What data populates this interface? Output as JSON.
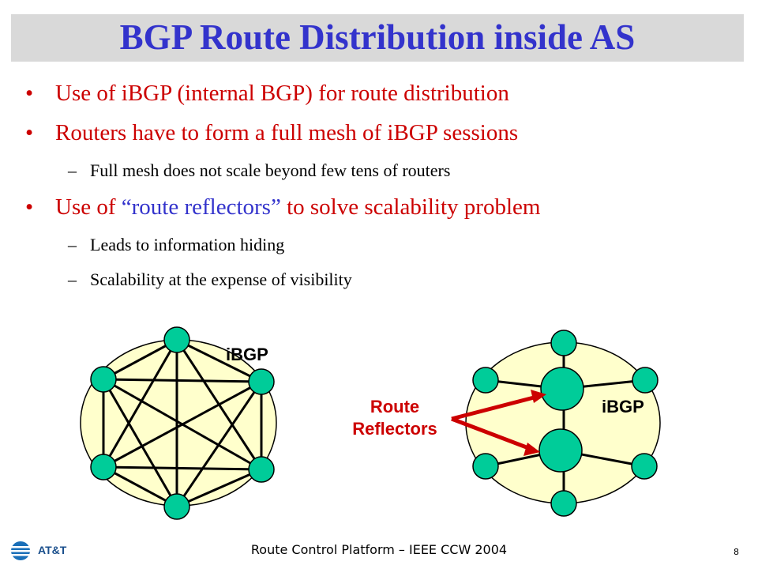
{
  "slide": {
    "title": "BGP Route Distribution inside AS",
    "bullets": [
      {
        "text": "Use of iBGP (internal BGP) for route distribution"
      },
      {
        "text": "Routers have to form a full mesh of iBGP sessions",
        "subs": [
          "Full mesh does not scale beyond few tens of routers"
        ]
      },
      {
        "prefix": "Use of ",
        "highlight": "“route reflectors”",
        "suffix": " to solve scalability problem",
        "subs": [
          "Leads to information hiding",
          "Scalability at the expense of visibility"
        ]
      }
    ]
  },
  "diagram": {
    "left_label": "iBGP",
    "right_label": "iBGP",
    "reflector_label_line1": "Route",
    "reflector_label_line2": "Reflectors",
    "colors": {
      "cloud": "#ffffcc",
      "router": "#00cc99",
      "arrow": "#cc0000",
      "label_red": "#cc0000",
      "line": "#000000"
    }
  },
  "footer": {
    "text": "Route Control Platform – IEEE CCW 2004",
    "page_number": "8",
    "logo_text": "AT&T"
  }
}
